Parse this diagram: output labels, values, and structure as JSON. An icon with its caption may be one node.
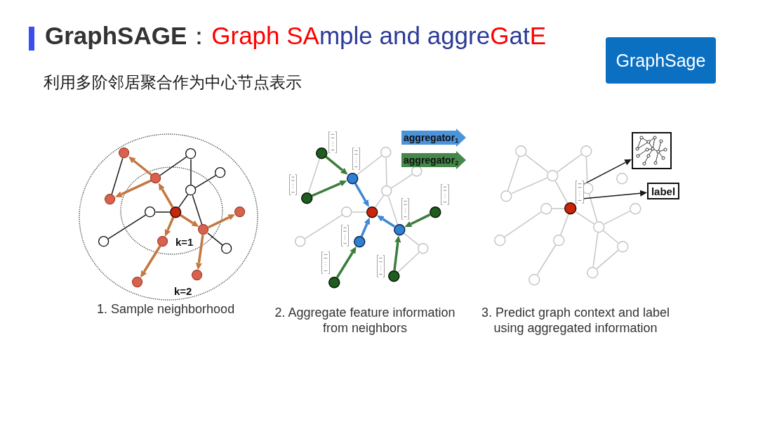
{
  "diagram": {
    "title": "**GraphSAGE**：Graph SAmple and aggreGatE",
    "nodes": [
      {
        "text": [
          "GraphSage"
        ]
      },
      {
        "text": [],
        "shape": "circle"
      },
      {
        "text": [],
        "shape": "circle"
      },
      {
        "text": [],
        "shape": "circle"
      },
      {
        "text": [],
        "shape": "circle"
      },
      {
        "text": [],
        "shape": "circle"
      },
      {
        "text": [],
        "shape": "circle"
      },
      {
        "text": [],
        "shape": "circle"
      },
      {
        "text": [],
        "shape": "circle"
      },
      {
        "text": [],
        "shape": "circle"
      },
      {
        "text": [],
        "shape": "circle"
      },
      {
        "text": [],
        "shape": "circle"
      },
      {
        "text": [],
        "shape": "circle"
      },
      {
        "text": [],
        "shape": "circle"
      },
      {
        "text": [],
        "shape": "circle"
      },
      {
        "text": [],
        "shape": "circle"
      },
      {
        "text": [],
        "shape": "circle"
      },
      {
        "text": [],
        "shape": "circle"
      },
      {
        "text": [],
        "shape": "circle"
      },
      {
        "text": [],
        "shape": "circle"
      },
      {
        "text": [],
        "shape": "circle"
      },
      {
        "text": [],
        "shape": "circle"
      },
      {
        "text": [],
        "shape": "circle"
      },
      {
        "text": [],
        "shape": "circle"
      },
      {
        "text": [],
        "shape": "circle"
      },
      {
        "text": [],
        "shape": "circle"
      },
      {
        "text": [],
        "shape": "circle"
      },
      {
        "text": [],
        "shape": "circle"
      },
      {
        "text": [],
        "shape": "circle"
      },
      {
        "text": [],
        "shape": "circle"
      },
      {
        "text": [],
        "shape": "circle"
      },
      {
        "text": [
          "aggregator$_{1}$"
        ]
      },
      {
        "text": [
          "aggregator$_{2}$"
        ]
      },
      {
        "text": [],
        "shape": "circle"
      },
      {
        "text": [],
        "shape": "circle"
      },
      {
        "text": [],
        "shape": "circle"
      },
      {
        "text": [],
        "shape": "circle"
      },
      {
        "text": [],
        "shape": "circle"
      },
      {
        "text": [],
        "shape": "circle"
      },
      {
        "text": [],
        "shape": "circle"
      },
      {
        "text": [],
        "shape": "circle"
      },
      {
        "text": [],
        "shape": "circle"
      },
      {
        "text": [],
        "shape": "circle"
      },
      {
        "text": [],
        "shape": "circle"
      },
      {
        "text": [],
        "shape": "circle"
      },
      {
        "text": [],
        "shape": "circle"
      },
      {
        "text": [],
        "shape": "circle"
      },
      {
        "text": [],
        "shape": "circle"
      },
      {
        "text": [],
        "shape": "picture"
      },
      {
        "text": [],
        "shape": "picture"
      },
      {
        "text": [
          "label"
        ]
      }
    ],
    "edges": [
      {
        "from": 1,
        "to": 5,
        "arrow": "none",
        "color": "#1a1a1a"
      },
      {
        "from": 3,
        "to": 2,
        "arrow": "none",
        "color": "#1a1a1a"
      },
      {
        "from": 2,
        "to": 6,
        "arrow": "none",
        "color": "#1a1a1a"
      },
      {
        "from": 6,
        "to": 4,
        "arrow": "none",
        "color": "#1a1a1a"
      },
      {
        "from": 6,
        "to": 8,
        "arrow": "none",
        "color": "#1a1a1a"
      },
      {
        "from": 6,
        "to": 10,
        "arrow": "none",
        "color": "#1a1a1a"
      },
      {
        "from": 7,
        "to": 8,
        "arrow": "none",
        "color": "#1a1a1a"
      },
      {
        "from": 7,
        "to": 11,
        "arrow": "none",
        "color": "#1a1a1a"
      },
      {
        "from": 10,
        "to": 13,
        "arrow": "none",
        "color": "#1a1a1a"
      },
      {
        "from": 8,
        "to": 3,
        "arrow": "to",
        "style": "thick",
        "color": "#c4773f"
      },
      {
        "from": 3,
        "to": 1,
        "arrow": "to",
        "style": "thick",
        "color": "#c4773f"
      },
      {
        "from": 3,
        "to": 5,
        "arrow": "to",
        "style": "thick",
        "color": "#c4773f"
      },
      {
        "from": 8,
        "to": 10,
        "arrow": "to",
        "style": "thick",
        "color": "#c4773f"
      },
      {
        "from": 10,
        "to": 9,
        "arrow": "to",
        "style": "thick",
        "color": "#c4773f"
      },
      {
        "from": 10,
        "to": 14,
        "arrow": "to",
        "style": "thick",
        "color": "#c4773f"
      },
      {
        "from": 8,
        "to": 12,
        "arrow": "to",
        "style": "thick",
        "color": "#c4773f"
      },
      {
        "from": 12,
        "to": 15,
        "arrow": "to",
        "style": "thick",
        "color": "#c4773f"
      },
      {
        "from": 16,
        "to": 20,
        "arrow": "none"
      },
      {
        "from": 18,
        "to": 17,
        "arrow": "none"
      },
      {
        "from": 17,
        "to": 21,
        "arrow": "none"
      },
      {
        "from": 21,
        "to": 19,
        "arrow": "none"
      },
      {
        "from": 21,
        "to": 23,
        "arrow": "none"
      },
      {
        "from": 21,
        "to": 25,
        "arrow": "none"
      },
      {
        "from": 22,
        "to": 23,
        "arrow": "none"
      },
      {
        "from": 22,
        "to": 26,
        "arrow": "none"
      },
      {
        "from": 25,
        "to": 28,
        "arrow": "none"
      },
      {
        "from": 28,
        "to": 29,
        "arrow": "none"
      },
      {
        "from": 16,
        "to": 18,
        "arrow": "to",
        "style": "thick",
        "color": "#3b7d3c"
      },
      {
        "from": 20,
        "to": 18,
        "arrow": "to",
        "style": "thick",
        "color": "#3b7d3c"
      },
      {
        "from": 24,
        "to": 25,
        "arrow": "to",
        "style": "thick",
        "color": "#3b7d3c"
      },
      {
        "from": 29,
        "to": 25,
        "arrow": "to",
        "style": "thick",
        "color": "#3b7d3c"
      },
      {
        "from": 30,
        "to": 27,
        "arrow": "to",
        "style": "thick",
        "color": "#3b7d3c"
      },
      {
        "from": 18,
        "to": 23,
        "arrow": "to",
        "style": "thick",
        "color": "#3f88d8"
      },
      {
        "from": 27,
        "to": 23,
        "arrow": "to",
        "style": "thick",
        "color": "#3f88d8"
      },
      {
        "from": 25,
        "to": 23,
        "arrow": "to",
        "style": "thick",
        "color": "#3f88d8"
      },
      {
        "from": 33,
        "to": 37,
        "arrow": "none"
      },
      {
        "from": 33,
        "to": 35,
        "arrow": "none"
      },
      {
        "from": 37,
        "to": 35,
        "arrow": "none"
      },
      {
        "from": 35,
        "to": 34,
        "arrow": "none"
      },
      {
        "from": 35,
        "to": 40,
        "arrow": "none"
      },
      {
        "from": 34,
        "to": 38,
        "arrow": "none"
      },
      {
        "from": 38,
        "to": 42,
        "arrow": "none"
      },
      {
        "from": 39,
        "to": 40,
        "arrow": "none"
      },
      {
        "from": 39,
        "to": 43,
        "arrow": "none"
      },
      {
        "from": 40,
        "to": 42,
        "arrow": "none"
      },
      {
        "from": 40,
        "to": 44,
        "arrow": "none"
      },
      {
        "from": 42,
        "to": 41,
        "arrow": "none"
      },
      {
        "from": 42,
        "to": 46,
        "arrow": "none"
      },
      {
        "from": 42,
        "to": 45,
        "arrow": "none"
      },
      {
        "from": 45,
        "to": 46,
        "arrow": "none"
      },
      {
        "from": 44,
        "to": 47,
        "arrow": "none"
      },
      {
        "from": 48,
        "to": 49,
        "arrow": "to",
        "color": "#1a1a1a"
      },
      {
        "from": 48,
        "to": 50,
        "arrow": "to",
        "color": "#1a1a1a"
      }
    ],
    "labels": [
      "利用多阶邻居聚合作为中心节点表示",
      "k=1",
      "k=2",
      "1. Sample neighborhood",
      "2. Aggregate feature information from neighbors",
      "3. Predict graph context and label using aggregated information"
    ]
  }
}
